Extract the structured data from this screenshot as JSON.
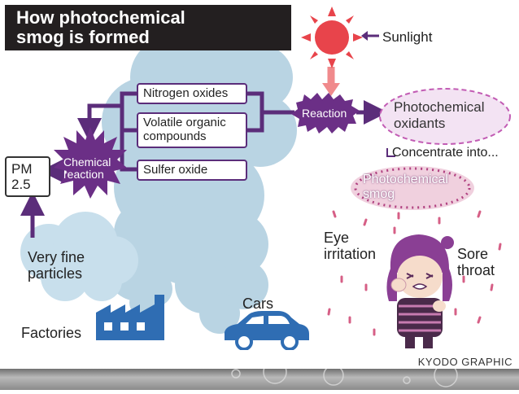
{
  "title": {
    "line1": "How photochemical",
    "line2": "smog is formed"
  },
  "boxes": {
    "nitrogen": "Nitrogen oxides",
    "voc_line1": "Volatile organic",
    "voc_line2": "compounds",
    "sulfer": "Sulfer oxide",
    "pm_line1": "PM",
    "pm_line2": "2.5"
  },
  "badges": {
    "reaction": "Reaction",
    "chemical_line1": "Chemical",
    "chemical_line2": "reaction"
  },
  "labels": {
    "sunlight": "Sunlight",
    "oxidants_line1": "Photochemical",
    "oxidants_line2": "oxidants",
    "concentrate": "Concentrate into...",
    "smog_line1": "Photochemical",
    "smog_line2": "smog",
    "eye_line1": "Eye",
    "eye_line2": "irritation",
    "sore_line1": "Sore",
    "sore_line2": "throat",
    "particles_line1": "Very fine",
    "particles_line2": "particles",
    "cars": "Cars",
    "factories": "Factories"
  },
  "credit": "KYODO GRAPHIC",
  "colors": {
    "purple": "#5b2d7a",
    "badge_purple": "#6b2f86",
    "smoke": "#b9d4e3",
    "ellipse_fill": "#f3e3f3",
    "ellipse_border": "#c25cb4",
    "sun_red": "#e8444b",
    "sun_arrow": "#f08a8c",
    "car_blue": "#2f6db3",
    "factory_blue": "#2f6db3"
  }
}
